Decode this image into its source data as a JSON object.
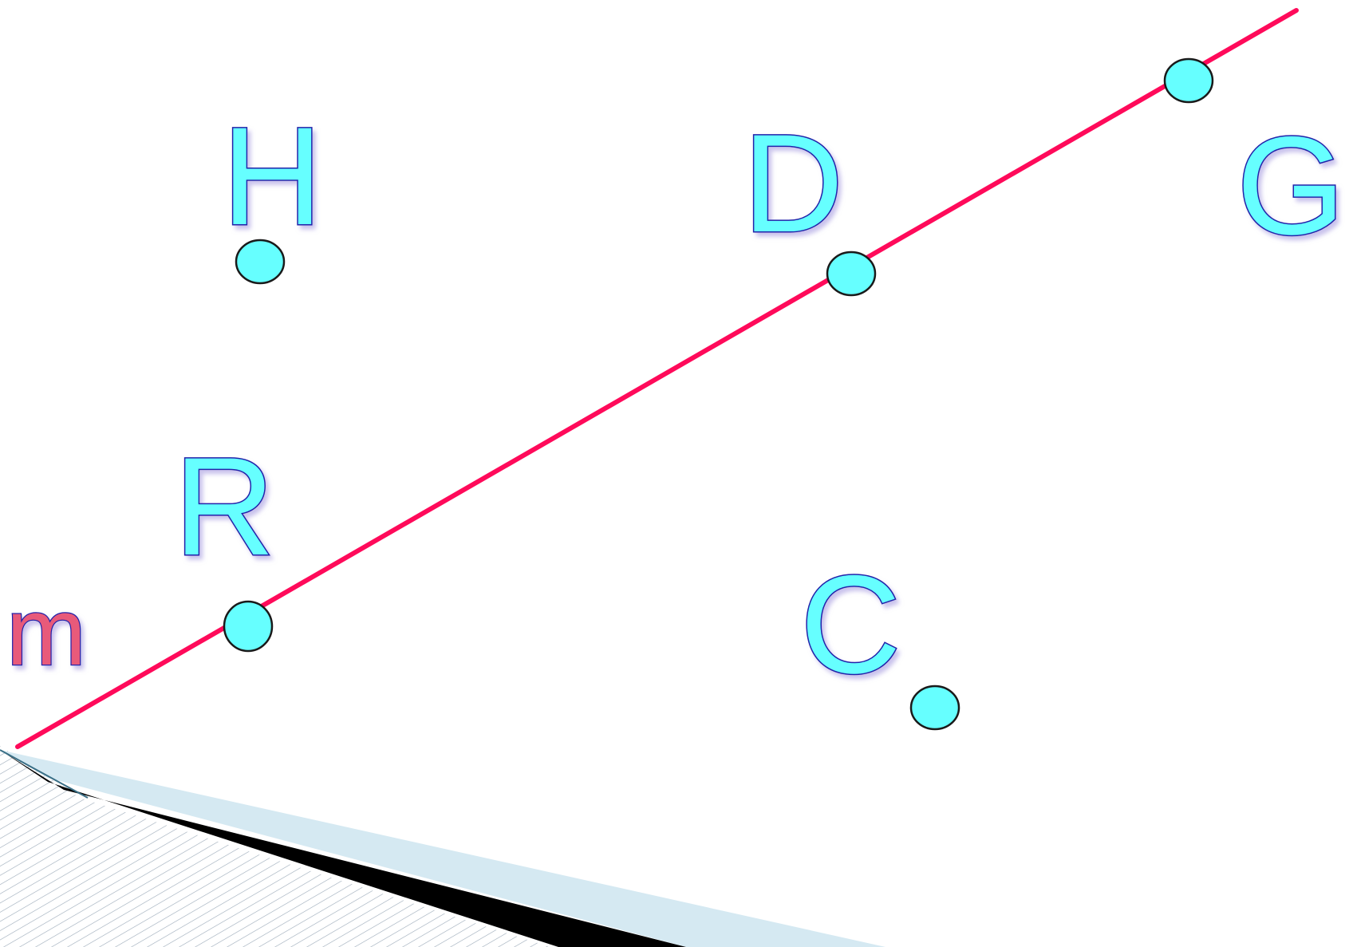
{
  "line": {
    "label": "m",
    "color": "#ff0a5a"
  },
  "points": [
    {
      "name": "H",
      "color": "#66ffff"
    },
    {
      "name": "D",
      "color": "#66ffff"
    },
    {
      "name": "G",
      "color": "#66ffff"
    },
    {
      "name": "R",
      "color": "#66ffff"
    },
    {
      "name": "C",
      "color": "#66ffff"
    }
  ],
  "letter_fill": "#66ffff",
  "letter_outline": "#2222aa",
  "label_m_fill": "#e85a7a",
  "decoration": {
    "hatch_color": "#9aa9b8",
    "band_color": "#d5e9f2",
    "wedge_color": "#000000"
  }
}
